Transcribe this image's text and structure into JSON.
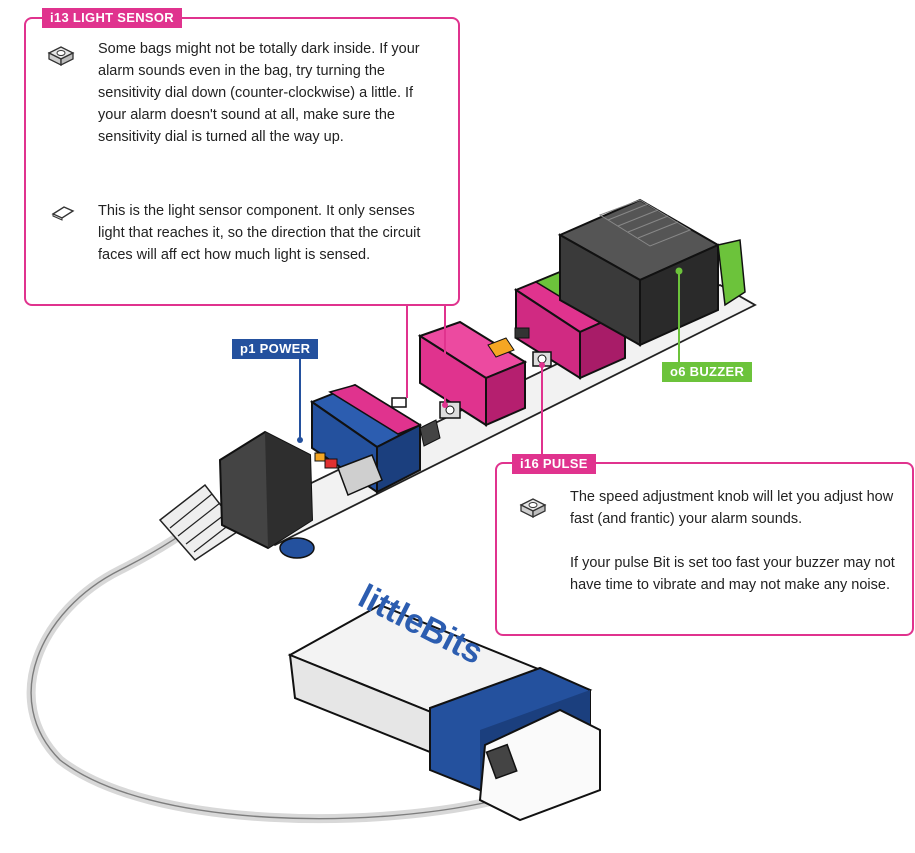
{
  "light_sensor": {
    "tag": "i13 LIGHT SENSOR",
    "note1": "Some bags might not be totally dark inside. If your alarm sounds even in the bag, try turning the sensitivity dial down (counter-clockwise) a little. If your alarm doesn't sound at all, make sure the sensitivity dial is turned all the way up.",
    "note2": "This is the light sensor component. It only senses light that reaches it, so the direction that the circuit faces will aff ect how much light is sensed."
  },
  "power": {
    "tag": "p1 POWER"
  },
  "buzzer": {
    "tag": "o6 BUZZER"
  },
  "pulse": {
    "tag": "i16 PULSE",
    "note1": "The speed adjustment knob will let you adjust how fast (and frantic) your alarm sounds.",
    "note2": "If your pulse Bit is set too fast your buzzer may not have time to vibrate and may not make any noise."
  },
  "battery": {
    "brand": "littleBits"
  },
  "colors": {
    "pink": "#e0338e",
    "blue": "#24519e",
    "green": "#6cc33b"
  },
  "icons": [
    "knob-icon",
    "light-sensor-icon"
  ]
}
